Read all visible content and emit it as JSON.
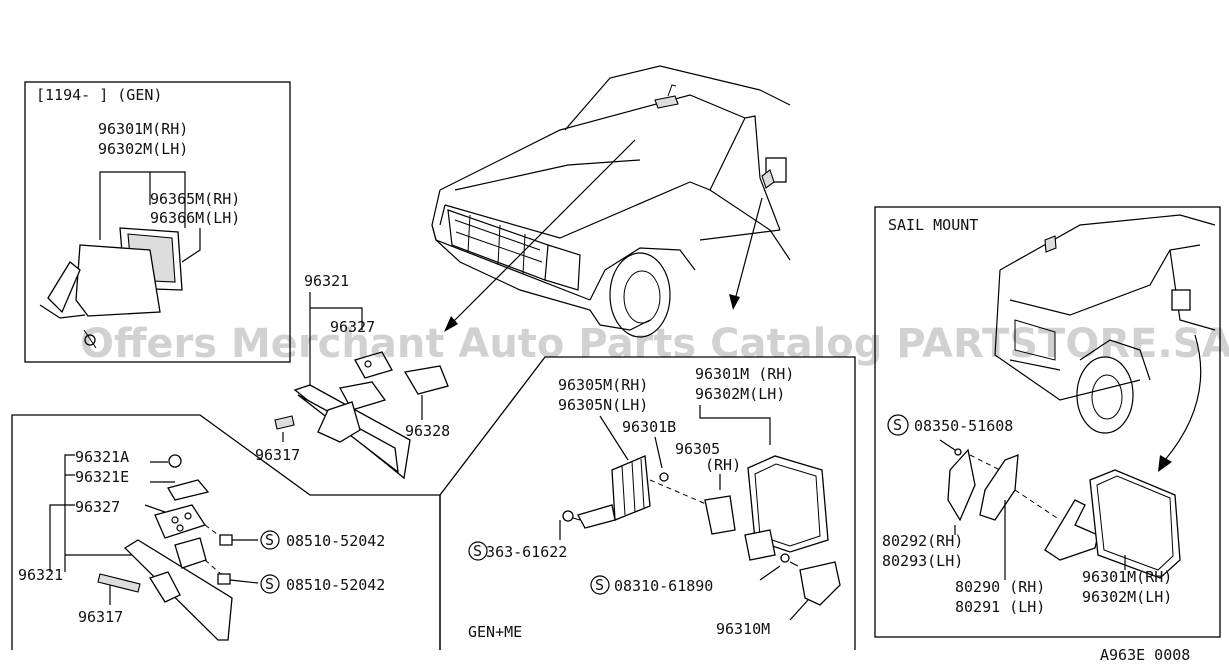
{
  "labels": {
    "inset_header": "[1194-     ] (GEN)",
    "inset_96301m": "96301M(RH)",
    "inset_96302m": "96302M(LH)",
    "inset_96365m": "96365M(RH)",
    "inset_96366m": "96366M(LH)",
    "rv_96321": "96321",
    "rv_96327": "96327",
    "rv_96328": "96328",
    "rv_96317": "96317",
    "det_96321a": "96321A",
    "det_96321e": "96321E",
    "det_96327": "96327",
    "det_96321": "96321",
    "det_96317": "96317",
    "det_screw1": "08510-52042",
    "det_screw2": "08510-52042",
    "dm_96305m": "96305M(RH)",
    "dm_96305n": "96305N(LH)",
    "dm_96301m": "96301M (RH)",
    "dm_96302m": "96302M(LH)",
    "dm_96301b": "96301B",
    "dm_96305": "96305",
    "dm_rh": "(RH)",
    "dm_screw1": "08363-61622",
    "dm_screw2": "08310-61890",
    "dm_96310m": "96310M",
    "dm_genme": "GEN+ME",
    "sail_header": "SAIL MOUNT",
    "sail_screw": "08350-51608",
    "sail_80292": "80292(RH)",
    "sail_80293": "80293(LH)",
    "sail_80290": "80290 (RH)",
    "sail_80291": "80291 (LH)",
    "sail_96301m": "96301M(RH)",
    "sail_96302m": "96302M(LH)",
    "screw_symbol": "S",
    "figure_code": "A963E 0008"
  },
  "watermark": "Offers Merchant Auto Parts Catalog PARTSTORE.SA"
}
